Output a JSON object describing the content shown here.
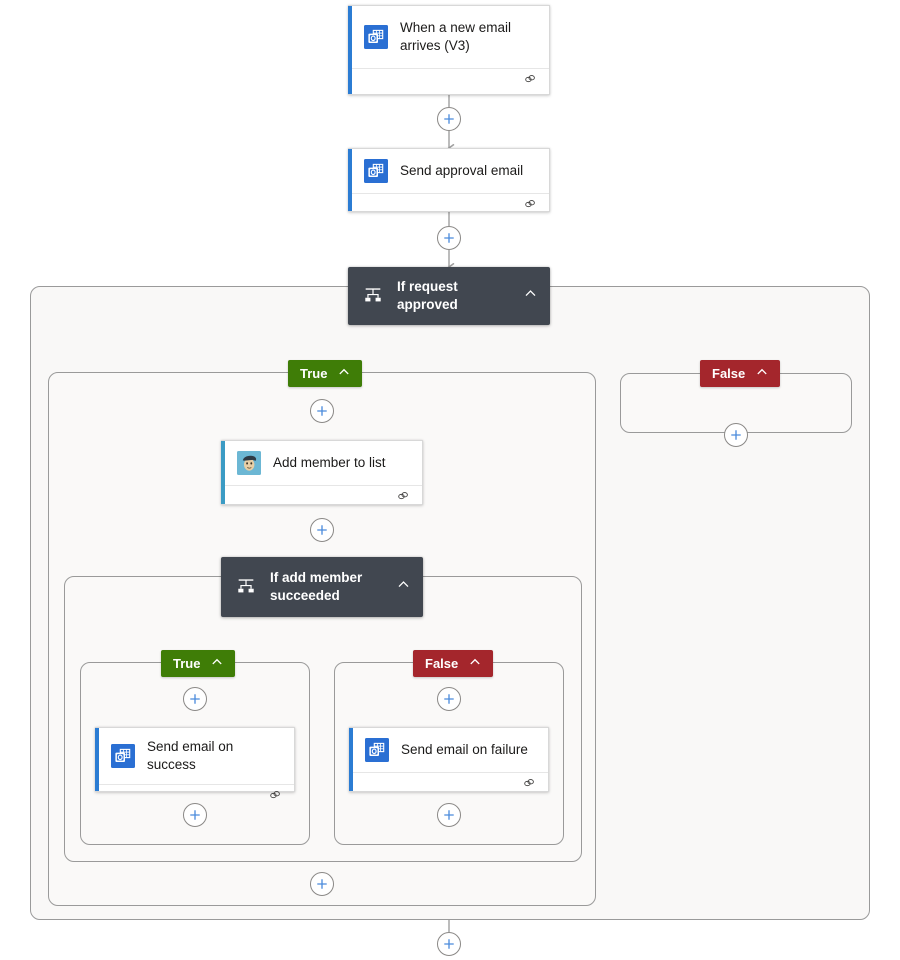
{
  "designer": {
    "name": "logic-app-flow-designer",
    "colors": {
      "outlook_icon": "#2a6fd3",
      "mailchimp_icon": "#6cb7d4",
      "card_accent_blue": "#2b7cd3",
      "card_accent_teal": "#3b9bc4",
      "condition_bg": "#414750",
      "true_green": "#3f7d07",
      "false_red": "#a4262c",
      "plus_blue": "#4a8bdc",
      "connector_gray": "#a0a0a0",
      "scope_border": "#9a9a9a",
      "scope_fill": "#f9f8f7"
    }
  },
  "nodes": {
    "trigger": {
      "title": "When a new email arrives (V3)",
      "icon": "outlook-icon",
      "accent": "#2b7cd3",
      "link_icon": "chain-link-icon"
    },
    "send_approval": {
      "title": "Send approval email",
      "icon": "outlook-icon",
      "accent": "#2b7cd3",
      "link_icon": "chain-link-icon"
    },
    "if_request_approved": {
      "title": "If request approved",
      "icon": "condition-icon",
      "chevron": "chevron-up-icon"
    },
    "add_member": {
      "title": "Add member to list",
      "icon": "mailchimp-icon",
      "accent": "#3b9bc4",
      "link_icon": "chain-link-icon"
    },
    "if_add_member_succeeded": {
      "title": "If add member succeeded",
      "icon": "condition-icon",
      "chevron": "chevron-up-icon"
    },
    "send_success": {
      "title": "Send email on success",
      "icon": "outlook-icon",
      "accent": "#2b7cd3",
      "link_icon": "chain-link-icon"
    },
    "send_failure": {
      "title": "Send email on failure",
      "icon": "outlook-icon",
      "accent": "#2b7cd3",
      "link_icon": "chain-link-icon"
    }
  },
  "branches": {
    "outer_true": {
      "label": "True",
      "chevron": "chevron-up-icon"
    },
    "outer_false": {
      "label": "False",
      "chevron": "chevron-up-icon"
    },
    "inner_true": {
      "label": "True",
      "chevron": "chevron-up-icon"
    },
    "inner_false": {
      "label": "False",
      "chevron": "chevron-up-icon"
    }
  },
  "add_buttons": {
    "after_trigger": "add-step-icon",
    "after_send_approval": "add-step-icon",
    "outer_true_top": "add-step-icon",
    "outer_false_empty": "add-step-icon",
    "after_add_member": "add-step-icon",
    "inner_true_top": "add-step-icon",
    "inner_true_bottom": "add-step-icon",
    "inner_false_top": "add-step-icon",
    "inner_false_bottom": "add-step-icon",
    "outer_true_bottom": "add-step-icon",
    "flow_bottom": "add-step-icon"
  }
}
